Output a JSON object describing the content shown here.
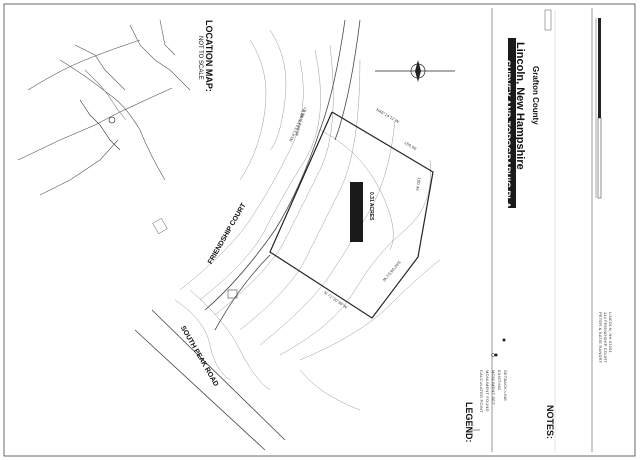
{
  "title_block": {
    "doc_type": "SURVEY AND TOPOGRAPHIC PLAN FOR",
    "town": "Lincoln, New Hampshire",
    "county": "Grafton County",
    "owner_lines": [
      "PETER & KATIE RANDRY",
      "114 FRIENDSHIP COURT",
      "LINCOLN, NH 03251"
    ]
  },
  "location_map": {
    "title": "LOCATION MAP:",
    "subtitle": "NOT TO SCALE"
  },
  "roads": {
    "friendship_court": "FRIENDSHIP COURT",
    "south_peak_road": "SOUTH PEAK ROAD"
  },
  "parcel": {
    "area": "0.31 ACRES"
  },
  "bearings": {
    "b1": "N40°14'11\"W",
    "b2": "S40°06'51\"W",
    "b3": "160.00",
    "b4": "100.45",
    "b5": "N 80°17'00\"W",
    "b6": "N 71°30'38\"W",
    "b7": "N14°13'21\"E 56.67"
  },
  "legend": {
    "title": "LEGEND:",
    "items": [
      "CALCULATED POINT",
      "MONUMENT FOUND",
      "MONUMENT SET",
      "EXISTING",
      "SETBACK LINE"
    ]
  },
  "notes": {
    "title": "NOTES:"
  },
  "colors": {
    "line": "#222222",
    "contour": "#9a9a9a",
    "redaction": "#1a1a1a"
  }
}
